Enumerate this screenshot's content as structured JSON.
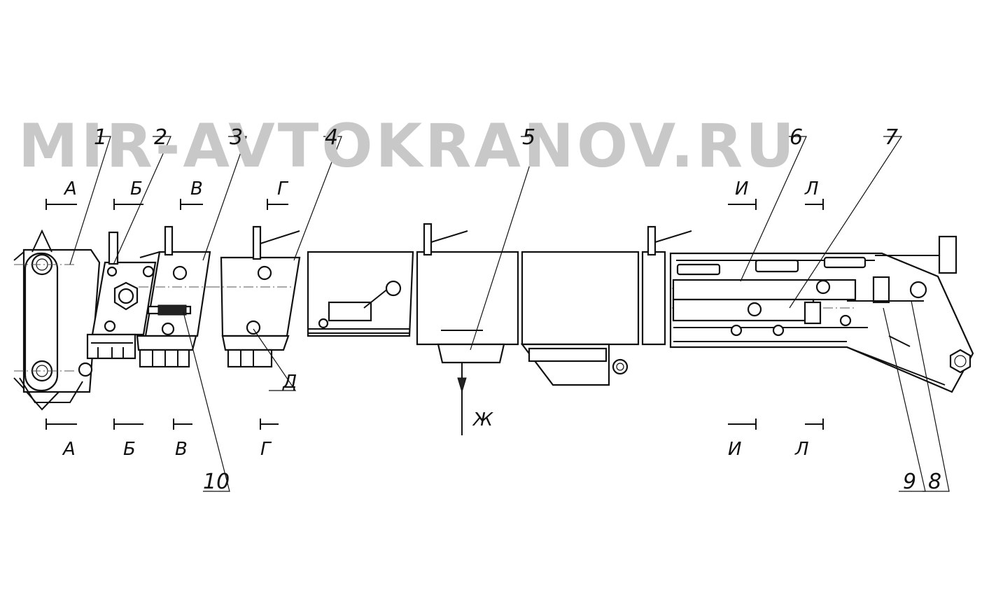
{
  "watermark": "MIR-AVTOKRANOV.RU",
  "callouts": [
    "1",
    "2",
    "3",
    "4",
    "5",
    "6",
    "7",
    "8",
    "9",
    "10"
  ],
  "sections_top": [
    "А",
    "Б",
    "В",
    "Г",
    "И",
    "Л"
  ],
  "sections_bottom": [
    "А",
    "Б",
    "В",
    "Г",
    "И",
    "Л"
  ],
  "view_labels": {
    "d": "Д",
    "zh": "Ж"
  }
}
